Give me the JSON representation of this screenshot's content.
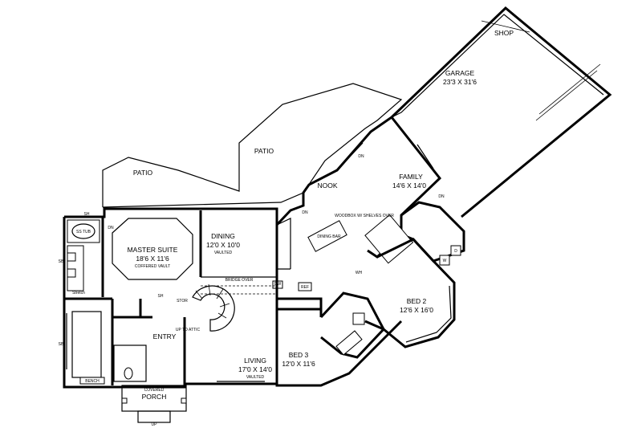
{
  "rooms": {
    "garage": {
      "name": "GARAGE",
      "dim": "23'3 X 31'6"
    },
    "shop": {
      "name": "SHOP"
    },
    "family": {
      "name": "FAMILY",
      "dim": "14'6 X 14'0"
    },
    "nook": {
      "name": "NOOK"
    },
    "master": {
      "name": "MASTER SUITE",
      "dim": "18'6 X 11'6",
      "note": "COFFERED VAULT"
    },
    "dining": {
      "name": "DINING",
      "dim": "12'0 X 10'0",
      "note": "VAULTED"
    },
    "entry": {
      "name": "ENTRY"
    },
    "living": {
      "name": "LIVING",
      "dim": "17'0 X 14'0",
      "note": "VAULTED"
    },
    "bed3": {
      "name": "BED 3",
      "dim": "12'0 X 11'6"
    },
    "bed2": {
      "name": "BED 2",
      "dim": "12'6 X 16'0"
    },
    "patio_left": {
      "name": "PATIO"
    },
    "patio_center": {
      "name": "PATIO"
    },
    "porch": {
      "name": "COVERED",
      "name2": "PORCH"
    }
  },
  "labels": {
    "tub": "SS TUB",
    "sh": "SH",
    "dn_master": "DN",
    "sb": "SB",
    "sb2": "SB",
    "stretch": "Stretch",
    "bench": "BENCH",
    "stor": "STOR",
    "up_attic": "UP TO ATTIC",
    "bridge_over": "BRIDGE OVER",
    "dw": "DW",
    "ref": "REF",
    "woodbox": "WOODBOX W/ SHELVES OVER",
    "island": "DINING BAR",
    "dn_family": "DN",
    "dn_nook": "DN",
    "dn_garage": "DN",
    "wh": "WH",
    "w": "W",
    "d": "D",
    "sh2": "SH",
    "up": "UP"
  }
}
